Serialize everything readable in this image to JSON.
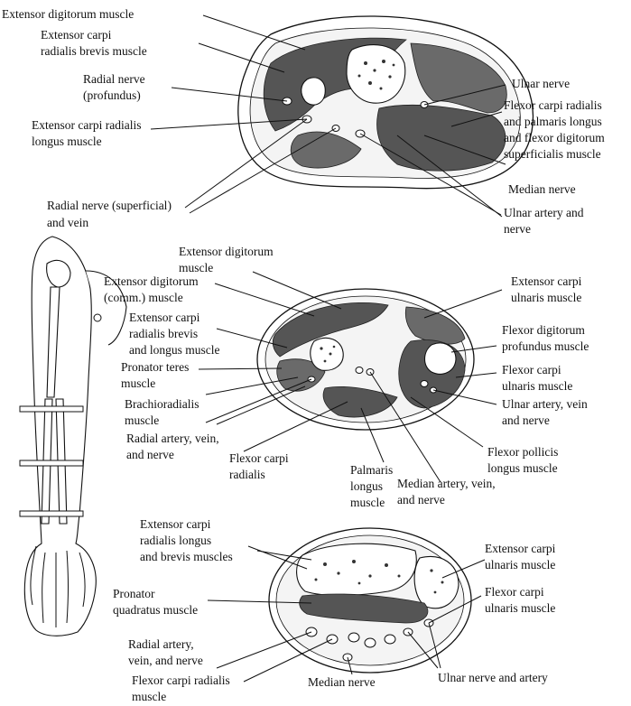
{
  "top_section": {
    "labels": {
      "extensor_digitorum": "Extensor digitorum muscle",
      "ecrb_1": "Extensor carpi",
      "ecrb_2": "radialis brevis muscle",
      "radial_nerve_prof_1": "Radial nerve",
      "radial_nerve_prof_2": "(profundus)",
      "ecrl_1": "Extensor carpi radialis",
      "ecrl_2": "longus muscle",
      "radial_nerve_sup_1": "Radial nerve (superficial)",
      "radial_nerve_sup_2": "and vein",
      "ulnar_nerve": "Ulnar nerve",
      "flexor_group_1": "Flexor carpi radialis",
      "flexor_group_2": "and palmaris longus",
      "flexor_group_3": "and flexor digitorum",
      "flexor_group_4": "superficialis muscle",
      "median_nerve": "Median nerve",
      "ulnar_artery_1": "Ulnar artery and",
      "ulnar_artery_2": "nerve"
    }
  },
  "middle_section": {
    "labels": {
      "ext_dig_1": "Extensor digitorum",
      "ext_dig_2": "muscle",
      "ext_dig_comm_1": "Extensor digitorum",
      "ext_dig_comm_2": "(comm.) muscle",
      "ecrbl_1": "Extensor carpi",
      "ecrbl_2": "radialis brevis",
      "ecrbl_3": "and longus muscle",
      "pronator_teres_1": "Pronator teres",
      "pronator_teres_2": "muscle",
      "brachioradialis_1": "Brachioradialis",
      "brachioradialis_2": "muscle",
      "radial_avn_1": "Radial artery, vein,",
      "radial_avn_2": "and nerve",
      "fcr_1": "Flexor carpi",
      "fcr_2": "radialis",
      "palmaris_1": "Palmaris",
      "palmaris_2": "longus",
      "palmaris_3": "muscle",
      "median_avn_1": "Median artery, vein,",
      "median_avn_2": "and nerve",
      "fpl_1": "Flexor pollicis",
      "fpl_2": "longus muscle",
      "ecu_1": "Extensor carpi",
      "ecu_2": "ulnaris muscle",
      "fdp_1": "Flexor digitorum",
      "fdp_2": "profundus muscle",
      "fcu_1": "Flexor carpi",
      "fcu_2": "ulnaris muscle",
      "ulnar_avn_1": "Ulnar artery, vein",
      "ulnar_avn_2": "and nerve"
    }
  },
  "bottom_section": {
    "labels": {
      "ecrlb_1": "Extensor carpi",
      "ecrlb_2": "radialis longus",
      "ecrlb_3": "and brevis muscles",
      "pq_1": "Pronator",
      "pq_2": "quadratus muscle",
      "radial_avn_1": "Radial artery,",
      "radial_avn_2": "vein, and nerve",
      "fcr_1": "Flexor carpi radialis",
      "fcr_2": "muscle",
      "median_nerve": "Median nerve",
      "ecu_1": "Extensor carpi",
      "ecu_2": "ulnaris muscle",
      "fcu_1": "Flexor carpi",
      "fcu_2": "ulnaris muscle",
      "ulnar_na": "Ulnar nerve and artery"
    }
  }
}
